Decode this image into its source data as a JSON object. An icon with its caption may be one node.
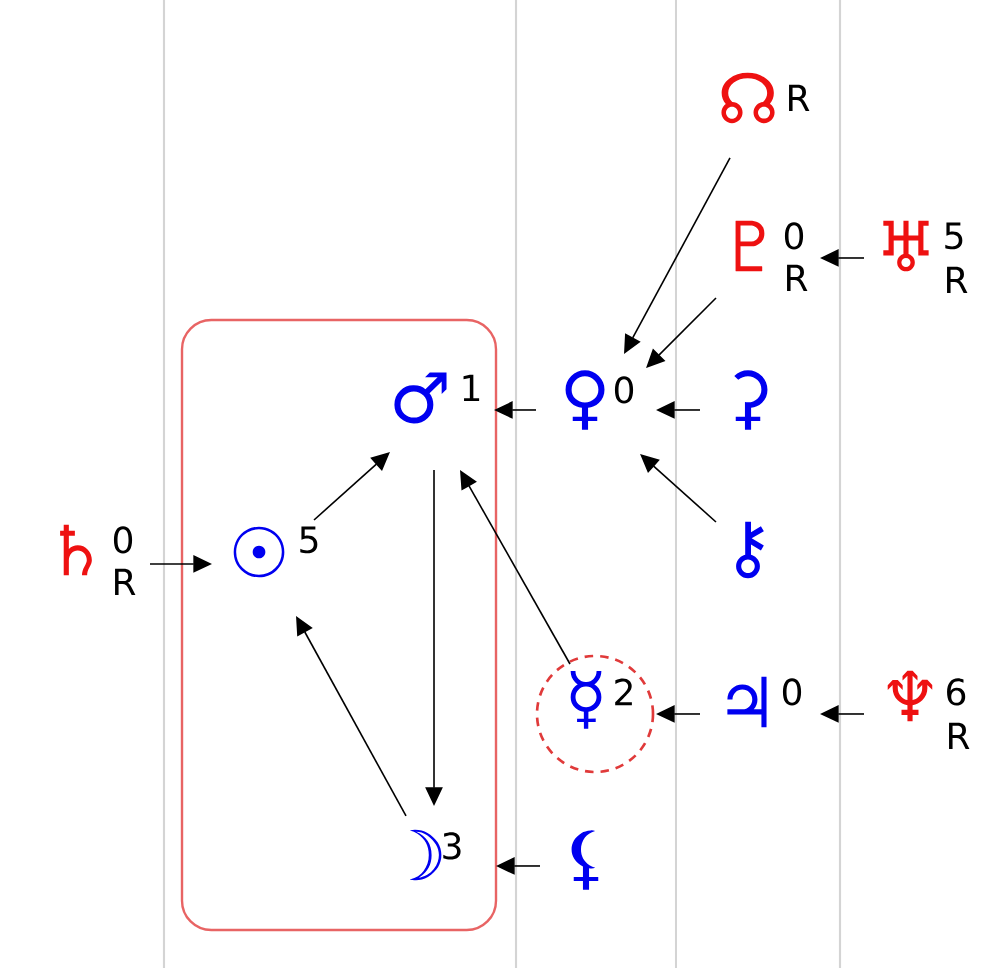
{
  "diagram": {
    "nodes": [
      {
        "text": [
          "☊"
        ],
        "beside": [
          "R"
        ]
      },
      {
        "text": [
          "♇"
        ],
        "beside": [
          "0",
          "R"
        ]
      },
      {
        "text": [
          "♅"
        ],
        "beside": [
          "5",
          "R"
        ]
      },
      {
        "text": [],
        "shape": "box"
      },
      {
        "text": [
          "♂"
        ],
        "in": 3,
        "beside": [
          "1"
        ]
      },
      {
        "text": [
          "♀"
        ],
        "beside": [
          "0"
        ]
      },
      {
        "text": [
          "⚳"
        ]
      },
      {
        "text": [
          "♄"
        ],
        "beside": [
          "0",
          "R"
        ]
      },
      {
        "text": [
          "☉"
        ],
        "in": 3,
        "beside": [
          "5"
        ]
      },
      {
        "text": [
          "⚷"
        ]
      },
      {
        "text": [
          "☿",
          "2"
        ]
      },
      {
        "text": [
          "♃"
        ],
        "beside": [
          "0"
        ]
      },
      {
        "text": [
          "♆"
        ],
        "beside": [
          "6",
          "R"
        ]
      },
      {
        "text": [
          "☽"
        ],
        "in": 3,
        "beside": [
          "3"
        ]
      },
      {
        "text": [
          "⚸"
        ]
      }
    ],
    "edges": [
      {
        "from": 0,
        "to": 5,
        "arrow": "to"
      },
      {
        "from": 1,
        "to": 5,
        "arrow": "to"
      },
      {
        "from": 2,
        "to": 1,
        "arrow": "to"
      },
      {
        "from": 6,
        "to": 5,
        "arrow": "to"
      },
      {
        "from": 9,
        "to": 5,
        "arrow": "to"
      },
      {
        "from": 5,
        "to": 4,
        "arrow": "to"
      },
      {
        "from": 8,
        "to": 4,
        "arrow": "to"
      },
      {
        "from": 4,
        "to": 13,
        "arrow": "to"
      },
      {
        "from": 13,
        "to": 8,
        "arrow": "to"
      },
      {
        "from": 10,
        "to": 4,
        "arrow": "to"
      },
      {
        "from": 11,
        "to": 10,
        "arrow": "to"
      },
      {
        "from": 12,
        "to": 11,
        "arrow": "to"
      },
      {
        "from": 7,
        "to": 8,
        "arrow": "to"
      },
      {
        "from": 14,
        "to": 13,
        "arrow": "to"
      }
    ]
  }
}
